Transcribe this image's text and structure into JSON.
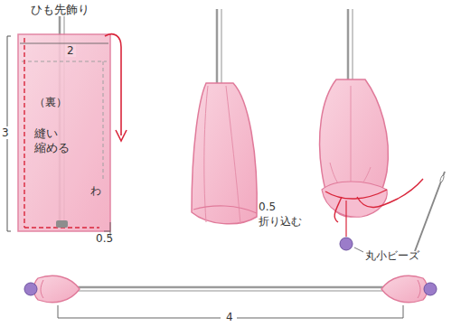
{
  "diagram": {
    "title": "ひも先飾り",
    "labels": [
      "2",
      "3",
      "（裏）",
      "縫い 縮める",
      "わ",
      "0.5",
      "0.5",
      "折り込む",
      "丸小ビーズ",
      "4"
    ]
  }
}
